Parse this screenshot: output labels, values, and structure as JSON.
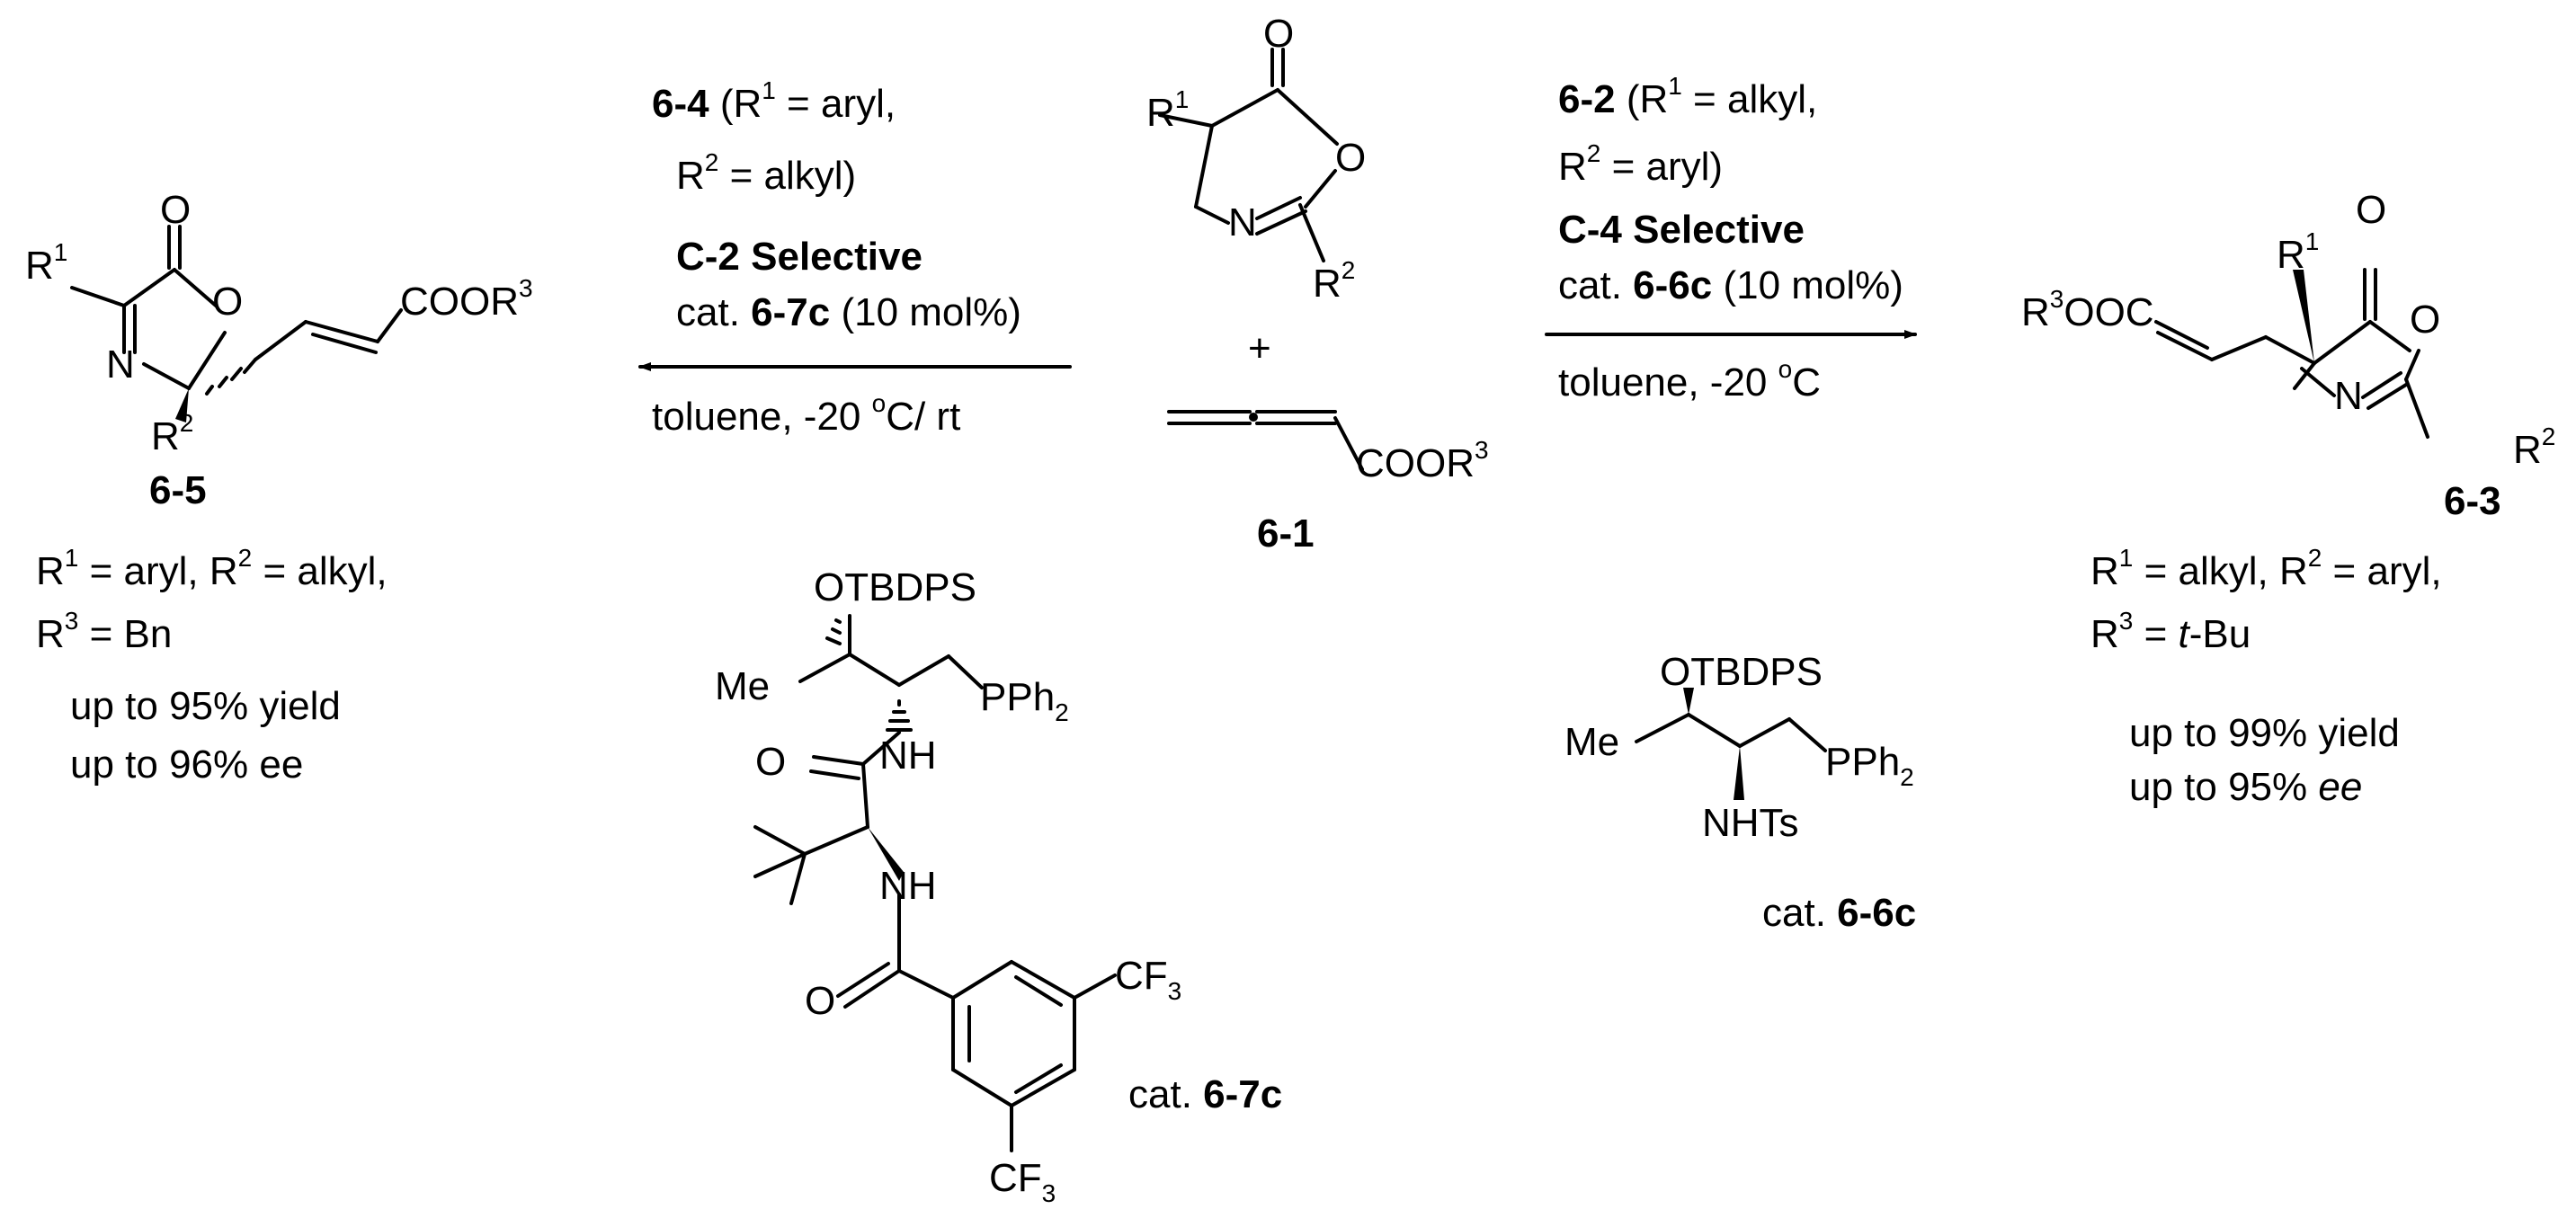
{
  "center": {
    "compound_id": "6-1",
    "plus": "+",
    "ester": "COOR",
    "ester_sup": "3",
    "oxazolone": {
      "R1": "R",
      "R1_sup": "1",
      "R2": "R",
      "R2_sup": "2",
      "N": "N",
      "O": "O",
      "carbonyl_O": "O"
    }
  },
  "left_arrow": {
    "reagent_id": "6-4",
    "reagent_r1": " (R",
    "r1_sup": "1",
    "r1_text": " = aryl,",
    "r2_pre": "R",
    "r2_sup": "2",
    "r2_text": " = alkyl)",
    "selectivity": "C-2 Selective",
    "cat_pre": "cat. ",
    "cat_id": "6-7c",
    "cat_post": " (10 mol%)",
    "cond_pre": "toluene, -20 ",
    "cond_sup": "o",
    "cond_post": "C/ rt"
  },
  "right_arrow": {
    "reagent_id": "6-2",
    "reagent_r1": " (R",
    "r1_sup": "1",
    "r1_text": " = alkyl,",
    "r2_pre": "R",
    "r2_sup": "2",
    "r2_text": " = aryl)",
    "selectivity": "C-4 Selective",
    "cat_pre": "cat. ",
    "cat_id": "6-6c",
    "cat_post": " (10 mol%)",
    "cond_pre": "toluene, -20 ",
    "cond_sup": "o",
    "cond_post": "C"
  },
  "product_left": {
    "compound_id": "6-5",
    "ester": "COOR",
    "ester_sup": "3",
    "R1": "R",
    "R1_sup": "1",
    "R2": "R",
    "R2_sup": "2",
    "N": "N",
    "O": "O",
    "carbonyl_O": "O",
    "line1_a": "R",
    "line1_a_sup": "1",
    "line1_b": " = aryl, R",
    "line1_b_sup": "2",
    "line1_c": " = alkyl,",
    "line2_a": "R",
    "line2_a_sup": "3",
    "line2_b": " = Bn",
    "yield": "up to 95% yield",
    "ee": "up to 96% ee"
  },
  "product_right": {
    "compound_id": "6-3",
    "ester_pre": "R",
    "ester_sup": "3",
    "ester_post": "OOC",
    "R1": "R",
    "R1_sup": "1",
    "R2": "R",
    "R2_sup": "2",
    "N": "N",
    "O": "O",
    "carbonyl_O": "O",
    "line1_a": "R",
    "line1_a_sup": "1",
    "line1_b": " = alkyl, R",
    "line1_b_sup": "2",
    "line1_c": " = aryl,",
    "line2_a": "R",
    "line2_a_sup": "3",
    "line2_b": " = ",
    "line2_ital": "t",
    "line2_c": "-Bu",
    "yield": "up to 99% yield",
    "ee_pre": "up to 95% ",
    "ee_ital": "ee"
  },
  "catalyst_7c": {
    "label_pre": "cat. ",
    "label_id": "6-7c",
    "otbdps": "OTBDPS",
    "me": "Me",
    "pph2_pre": "PPh",
    "pph2_sub": "2",
    "nh1": "NH",
    "nh2": "NH",
    "o1": "O",
    "o2": "O",
    "cf3a_pre": "CF",
    "cf3a_sub": "3",
    "cf3b_pre": "CF",
    "cf3b_sub": "3"
  },
  "catalyst_6c": {
    "label_pre": "cat. ",
    "label_id": "6-6c",
    "otbdps": "OTBDPS",
    "me": "Me",
    "pph2_pre": "PPh",
    "pph2_sub": "2",
    "nhts": "NHTs"
  }
}
